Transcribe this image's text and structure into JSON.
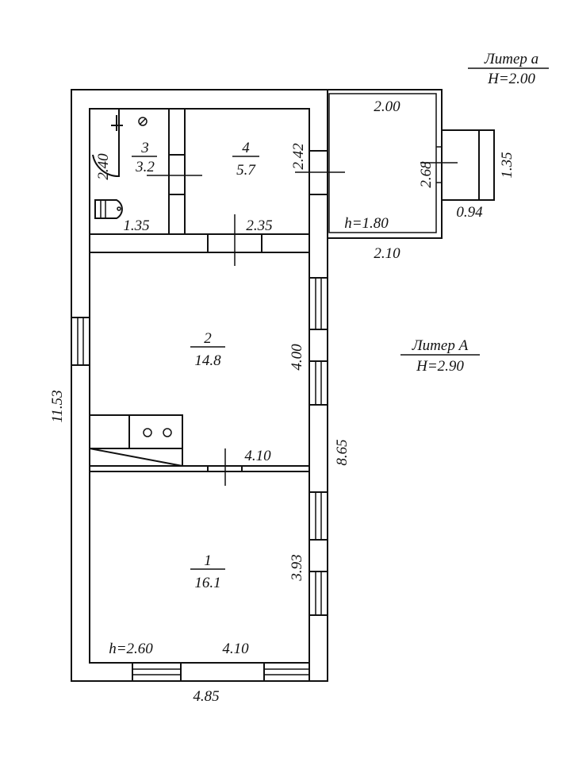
{
  "liter_small": {
    "name": "Литер а",
    "height": "H=2.00"
  },
  "liter_main": {
    "name": "Литер А",
    "height": "H=2.90"
  },
  "rooms": [
    {
      "number": "1",
      "area": "16.1"
    },
    {
      "number": "2",
      "area": "14.8"
    },
    {
      "number": "3",
      "area": "3.2"
    },
    {
      "number": "4",
      "area": "5.7"
    }
  ],
  "dimensions": {
    "total_length": "11.53",
    "total_width": "4.85",
    "main_right": "8.65",
    "room1_width": "4.10",
    "room1_length": "3.93",
    "room1_ceiling": "h=2.60",
    "room2_width": "4.10",
    "room2_length": "4.00",
    "room3_width": "1.35",
    "room3_length": "2.40",
    "room4_width": "2.35",
    "room4_length": "2.42",
    "annex_top": "2.00",
    "annex_bottom": "2.10",
    "annex_side": "2.68",
    "annex_ceiling": "h=1.80",
    "porch_width": "0.94",
    "porch_length": "1.35"
  }
}
